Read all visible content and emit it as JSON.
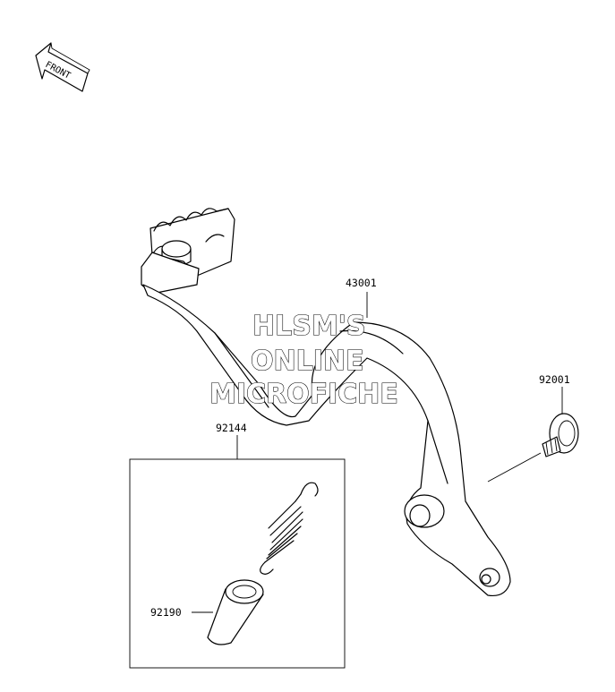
{
  "front_label": "FRONT",
  "watermark": {
    "line1": "HLSM'S",
    "line2": "ONLINE",
    "line3": "MICROFICHE"
  },
  "parts": {
    "pedal": "43001",
    "bolt": "92001",
    "kit": "92144",
    "collar": "92190"
  }
}
